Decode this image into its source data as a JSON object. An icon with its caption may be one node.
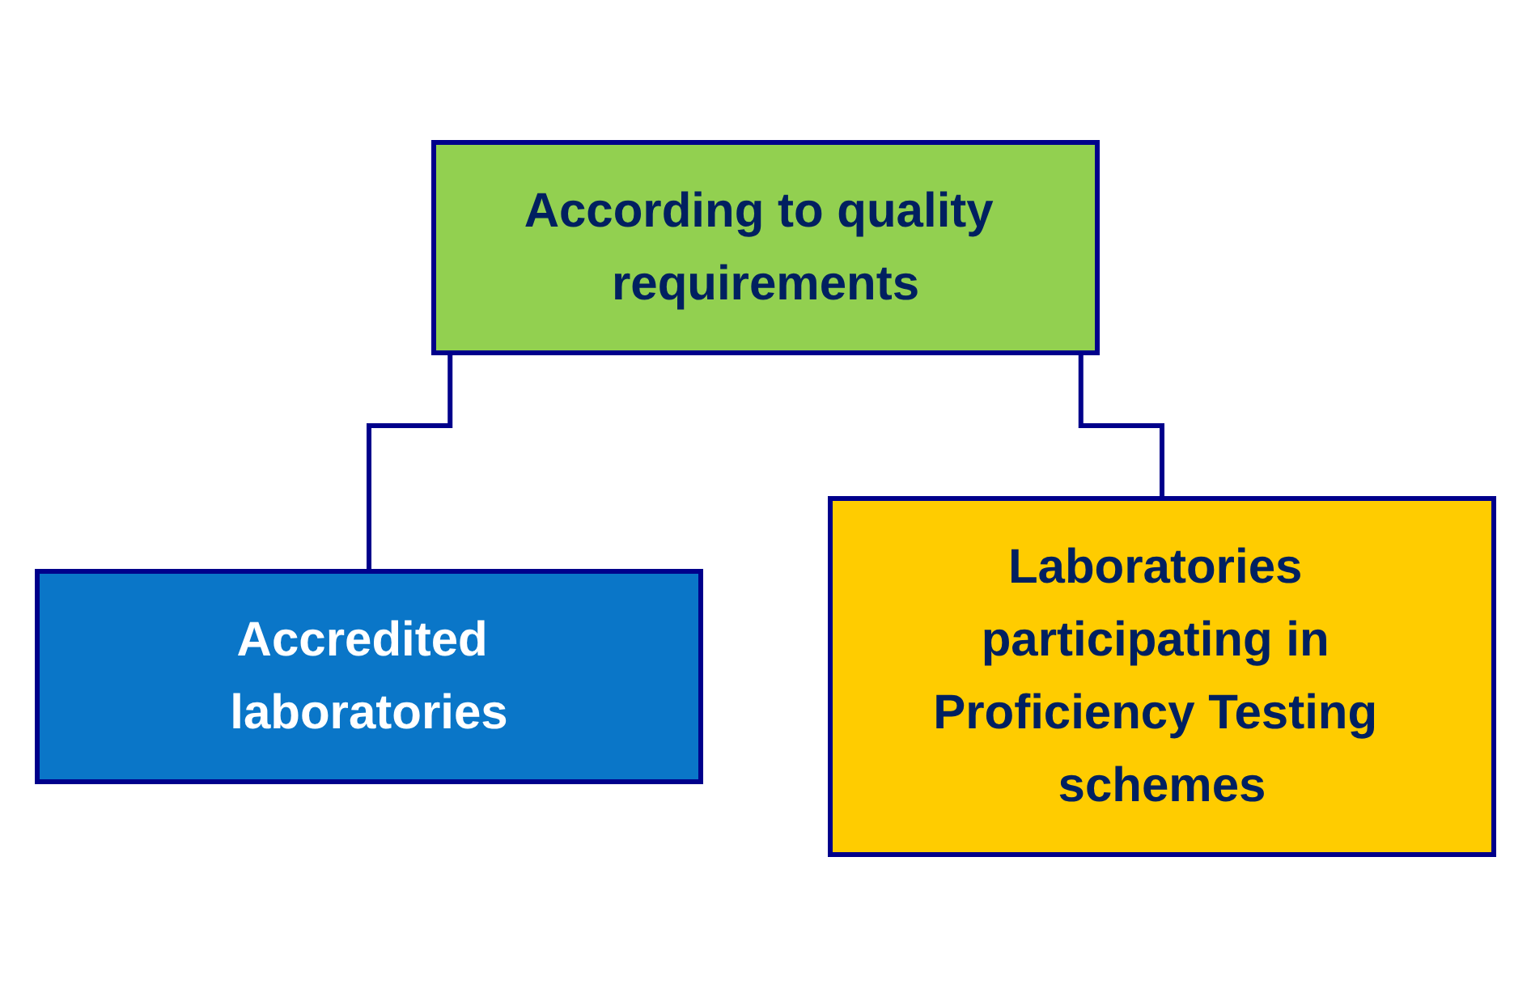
{
  "diagram": {
    "nodes": [
      {
        "text": [
          "According to quality requirements"
        ]
      },
      {
        "text": [
          "Accredited laboratories"
        ]
      },
      {
        "text": [
          "Laboratories participating in Proficiency Testing schemes"
        ]
      }
    ],
    "edges": [
      {
        "from": 0,
        "to": 1,
        "arrow": "none"
      },
      {
        "from": 0,
        "to": 2,
        "arrow": "none"
      }
    ]
  }
}
